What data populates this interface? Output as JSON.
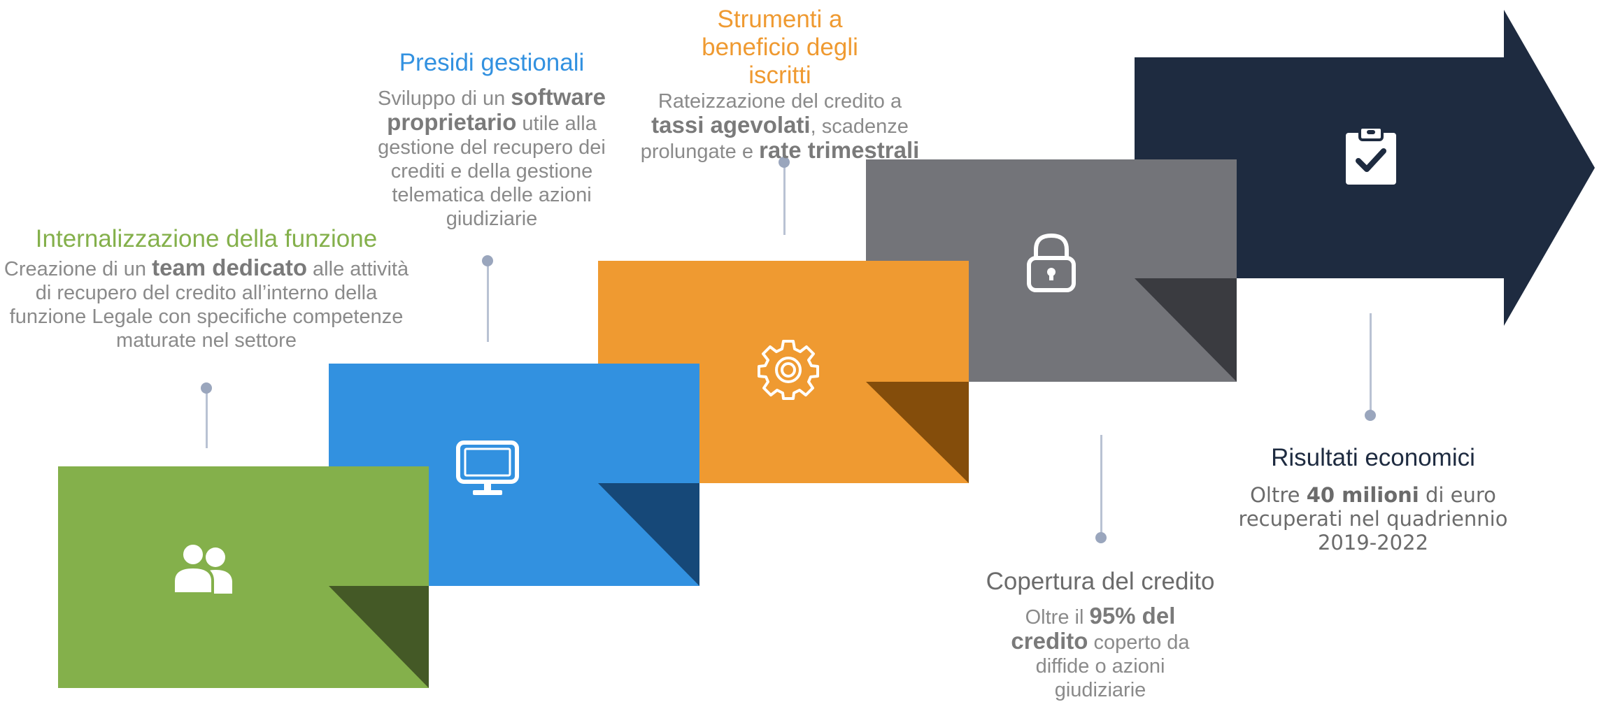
{
  "steps": [
    {
      "title": "Internalizzazione della funzione",
      "desc_parts": [
        "Creazione di un ",
        "team dedicato",
        " alle attività di recupero del credito all’interno della funzione Legale con specifiche competenze maturate nel settore"
      ],
      "color": "#84b04b",
      "icon": "users-icon"
    },
    {
      "title": "Presidi gestionali",
      "desc_parts": [
        "Sviluppo di un ",
        "software proprietario",
        " utile alla gestione del recupero dei crediti e della gestione telematica delle azioni giudiziarie"
      ],
      "color": "#3291e0",
      "icon": "monitor-icon"
    },
    {
      "title": "Strumenti a beneficio degli iscritti",
      "desc_parts": [
        "Rateizzazione del credito a ",
        "tassi agevolati",
        ", scadenze prolungate e ",
        "rate trimestrali"
      ],
      "color": "#ef9a31",
      "icon": "gear-icon"
    },
    {
      "title": "Copertura del credito",
      "desc_parts": [
        "Oltre il ",
        "95% del credito",
        " coperto da diffide o azioni giudiziarie"
      ],
      "color": "#737479",
      "icon": "lock-icon"
    },
    {
      "title": "Risultati economici",
      "desc_parts": [
        "Oltre ",
        "40 milioni",
        " di euro recuperati nel quadriennio 2019-2022"
      ],
      "color": "#1e2b40",
      "icon": "clipboard-check-icon"
    }
  ]
}
